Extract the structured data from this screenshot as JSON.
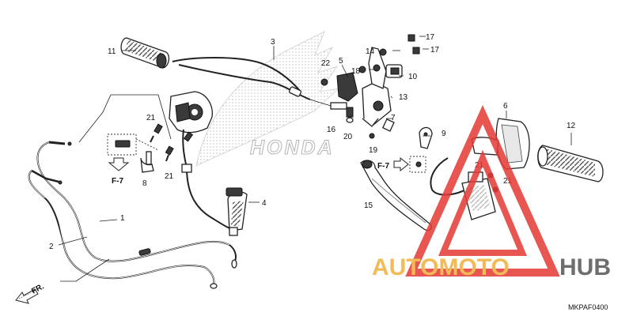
{
  "diagram": {
    "part_labels": [
      "1",
      "2",
      "3",
      "4",
      "5",
      "6",
      "7",
      "8",
      "9",
      "10",
      "11",
      "12",
      "13",
      "14",
      "15",
      "16",
      "17",
      "17",
      "18",
      "19",
      "20",
      "21",
      "21",
      "21",
      "21",
      "22"
    ],
    "reference_labels": [
      "F-7",
      "F-7"
    ],
    "direction_label": "FR.",
    "brand_watermark": "HONDA",
    "diagram_code": "MKPAF0400",
    "logo": {
      "left": "AUTOMOTO",
      "right": "HUB",
      "colors": {
        "left": "#f2b03a",
        "right": "#555555",
        "triangle": "#e53935"
      }
    }
  }
}
